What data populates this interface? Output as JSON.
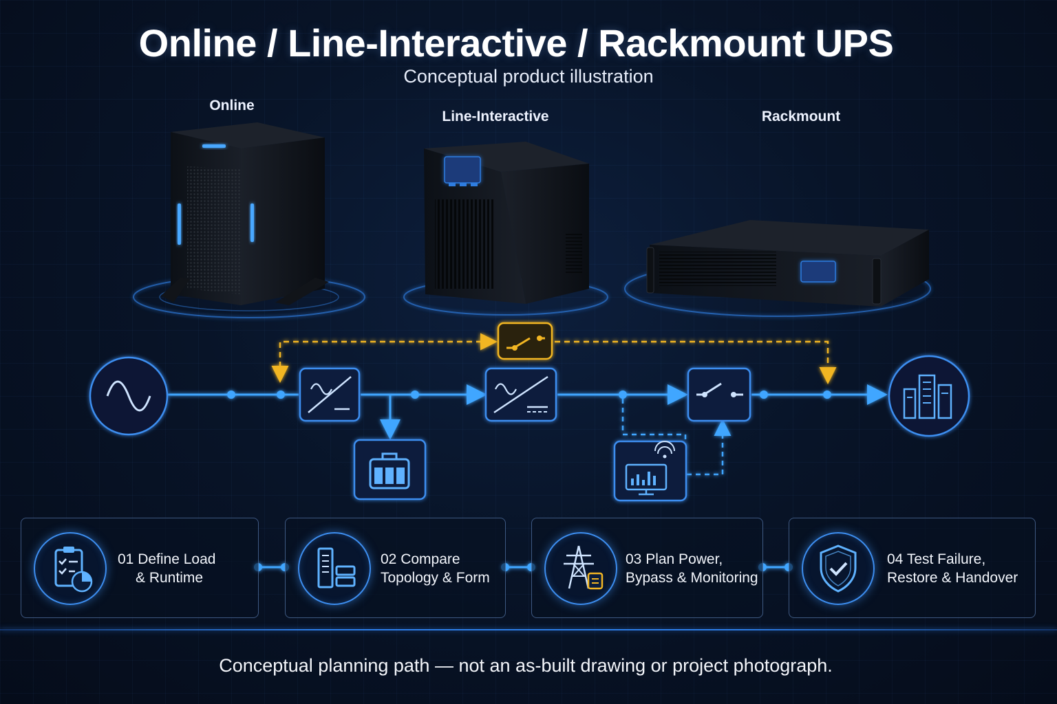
{
  "title": "Online / Line-Interactive / Rackmount UPS",
  "subtitle": "Conceptual product illustration",
  "products": [
    {
      "label": "Online"
    },
    {
      "label": "Line-Interactive"
    },
    {
      "label": "Rackmount"
    }
  ],
  "steps": [
    {
      "line1": "01 Define Load",
      "line2": "& Runtime",
      "icon": "clipboard-chart-icon"
    },
    {
      "line1": "02 Compare",
      "line2": "Topology & Form",
      "icon": "tower-rack-icon"
    },
    {
      "line1": "03 Plan Power,",
      "line2": "Bypass & Monitoring",
      "icon": "power-pylon-icon"
    },
    {
      "line1": "04 Test Failure,",
      "line2": "Restore & Handover",
      "icon": "shield-check-icon"
    }
  ],
  "footer": "Conceptual planning path — not an as-built drawing or project photograph.",
  "colors": {
    "accent": "#3d8ef0",
    "bypass": "#f2b623",
    "background": "#081428"
  }
}
